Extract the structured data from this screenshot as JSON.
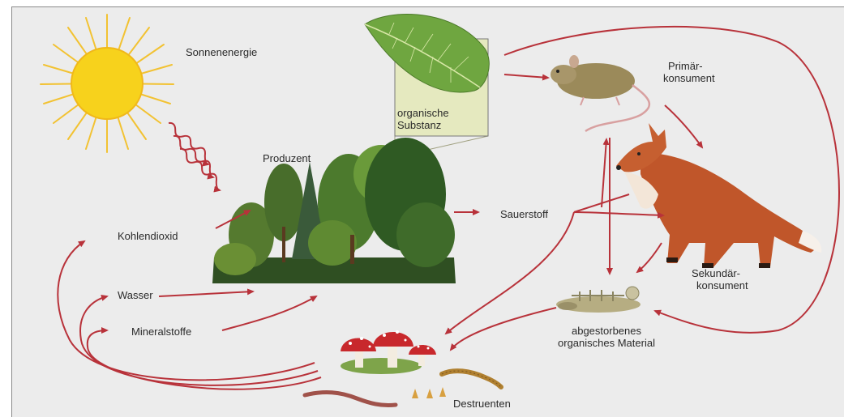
{
  "labels": {
    "sun": "Sonnenenergie",
    "producer": "Produzent",
    "organic_substance_line1": "organische",
    "organic_substance_line2": "Substanz",
    "primary_consumer_line1": "Primär-",
    "primary_consumer_line2": "konsument",
    "secondary_consumer_line1": "Sekundär-",
    "secondary_consumer_line2": "konsument",
    "oxygen": "Sauerstoff",
    "co2": "Kohlendioxid",
    "water": "Wasser",
    "minerals": "Mineralstoffe",
    "dead_material_line1": "abgestorbenes",
    "dead_material_line2": "organisches Material",
    "decomposers": "Destruenten"
  },
  "colors": {
    "arrow": "#b8323a",
    "background": "#ececec",
    "sun": "#f7d21c",
    "sun_rays": "#f2c232",
    "leaf": "#6fa640",
    "forest": "#3f6b2a",
    "mouse": "#9b8a5a",
    "fox": "#c0562a",
    "mushroom": "#c8282c",
    "worm": "#a0524a"
  },
  "icons": [
    "sun-icon",
    "sunlight-wave-icon",
    "leaf-icon",
    "forest-icon",
    "mouse-icon",
    "fox-icon",
    "skeleton-remains-icon",
    "mushroom-icon",
    "worm-icon",
    "millipede-icon"
  ]
}
